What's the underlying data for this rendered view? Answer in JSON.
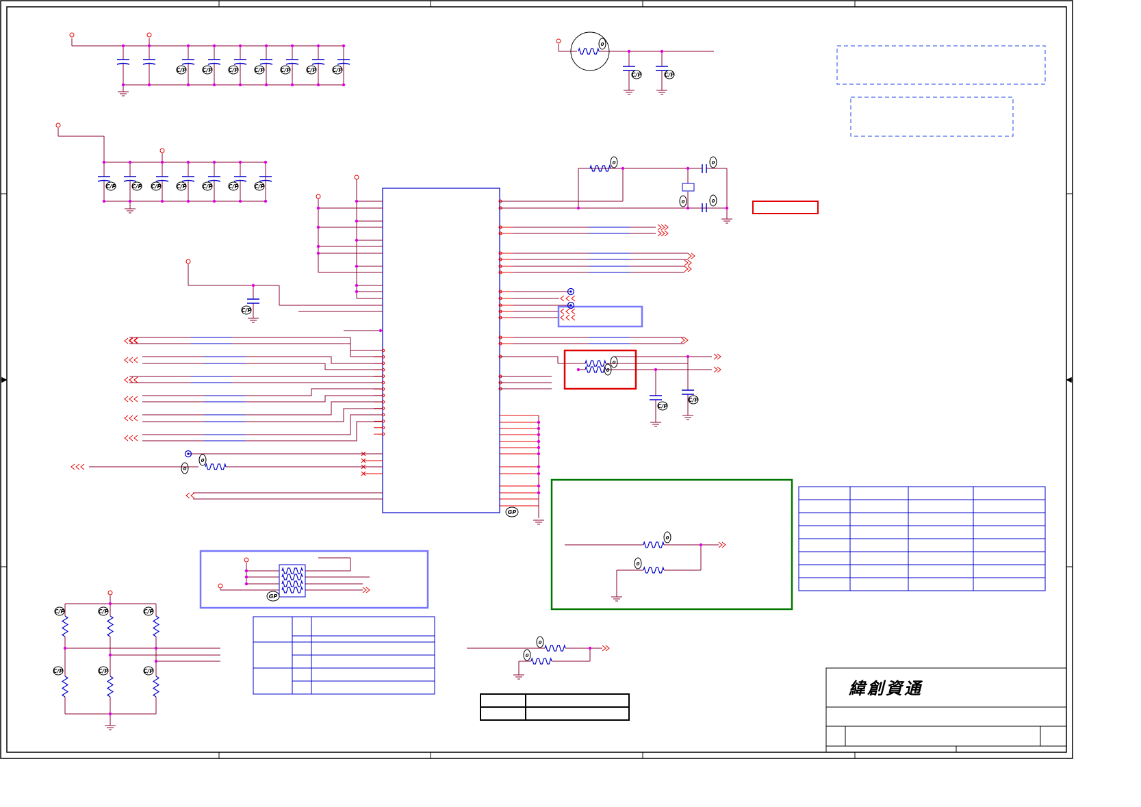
{
  "title_block": {
    "company": "緯創資通"
  },
  "colors": {
    "wire": "#880033",
    "component": "#0000cc",
    "net_port": "#e60000",
    "junction": "#e000e0",
    "frame": "#000000",
    "highlight_red": "#e00000",
    "highlight_blue": "#7777ff",
    "highlight_green": "#007700",
    "dashed_note": "#2244ee",
    "table_blue": "#0000cc"
  },
  "icons": {
    "power_rail": "hollow-circle-icon",
    "ground": "ground-icon",
    "net_port": "double-chevron-icon",
    "test_point": "target-circle-icon",
    "option_mark": "circled-label-icon"
  },
  "marks": {
    "option_cap": "C/P",
    "option_small": "0",
    "option_gp": "GP"
  }
}
